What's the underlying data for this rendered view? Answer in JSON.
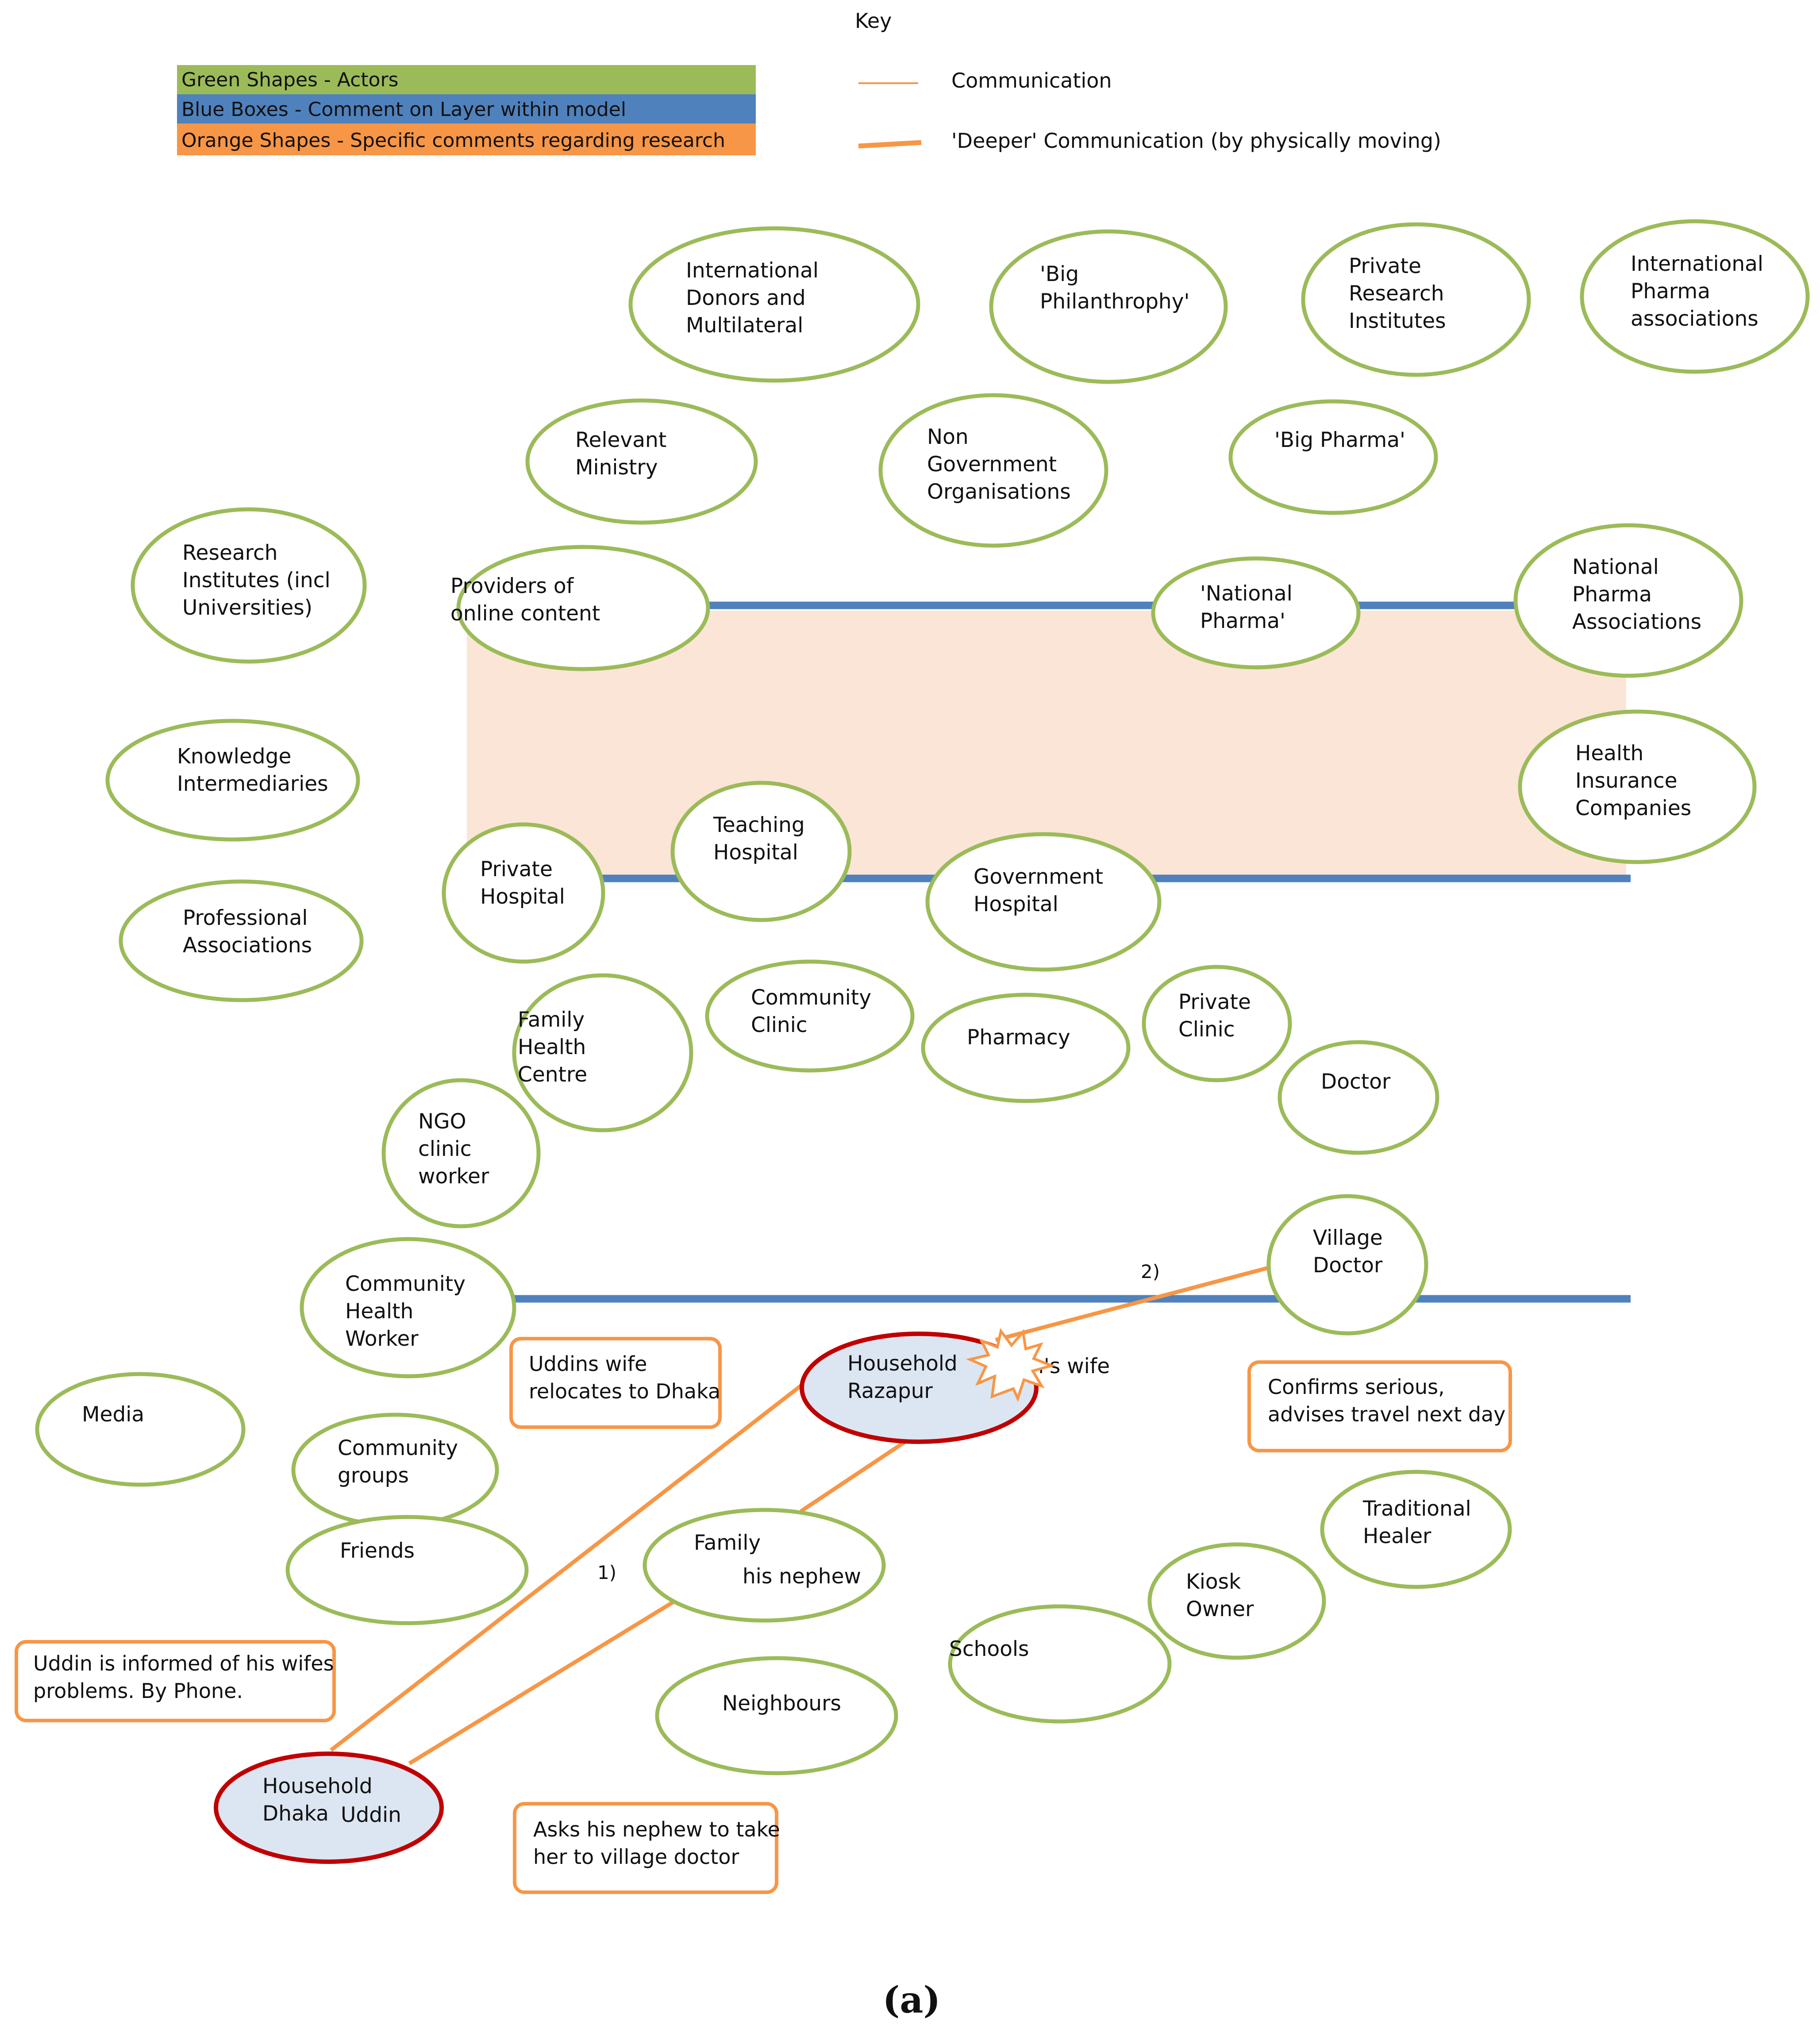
{
  "legend": {
    "items": [
      {
        "label": "Green Shapes - Actors",
        "color": "#9bbb59"
      },
      {
        "label": "Blue Boxes - Comment on Layer within model",
        "color": "#4f81bd"
      },
      {
        "label": "Orange Shapes - Specific comments regarding research",
        "color": "#f79646"
      }
    ]
  },
  "key": {
    "title": "Key",
    "items": [
      {
        "label": "Communication",
        "style": "thin"
      },
      {
        "label": "'Deeper' Communication (by physically moving)",
        "style": "thick"
      }
    ]
  },
  "colors": {
    "actor_stroke": "#9bbb59",
    "layer_line": "#4f81bd",
    "layer_band": "#fbe5d6",
    "comm_line": "#f79646",
    "household_stroke": "#c00000",
    "household_fill": "#dce6f2",
    "note_stroke": "#f79646"
  },
  "actors": [
    {
      "id": "international-donors",
      "lines": [
        "International",
        "Donors and",
        "Multilateral"
      ]
    },
    {
      "id": "big-philanthrophy",
      "lines": [
        "'Big",
        "Philanthrophy'"
      ]
    },
    {
      "id": "private-research-institutes",
      "lines": [
        "Private",
        "Research",
        "Institutes"
      ]
    },
    {
      "id": "international-pharma-associations",
      "lines": [
        "International",
        "Pharma",
        "associations"
      ]
    },
    {
      "id": "relevant-ministry",
      "lines": [
        "Relevant",
        "Ministry"
      ]
    },
    {
      "id": "non-government-organisations",
      "lines": [
        "Non",
        "Government",
        "Organisations"
      ]
    },
    {
      "id": "big-pharma",
      "lines": [
        "'Big Pharma'"
      ]
    },
    {
      "id": "research-institutes",
      "lines": [
        "Research",
        "Institutes (incl",
        "Universities)"
      ]
    },
    {
      "id": "providers-online-content",
      "lines": [
        "Providers of",
        "online content"
      ]
    },
    {
      "id": "national-pharma",
      "lines": [
        "'National",
        "Pharma'"
      ]
    },
    {
      "id": "national-pharma-associations",
      "lines": [
        "National",
        "Pharma",
        "Associations"
      ]
    },
    {
      "id": "knowledge-intermediaries",
      "lines": [
        "Knowledge",
        "Intermediaries"
      ]
    },
    {
      "id": "health-insurance-companies",
      "lines": [
        "Health",
        "Insurance",
        "Companies"
      ]
    },
    {
      "id": "teaching-hospital",
      "lines": [
        "Teaching",
        "Hospital"
      ]
    },
    {
      "id": "private-hospital",
      "lines": [
        "Private",
        "Hospital"
      ]
    },
    {
      "id": "government-hospital",
      "lines": [
        "Government",
        "Hospital"
      ]
    },
    {
      "id": "professional-associations",
      "lines": [
        "Professional",
        "Associations"
      ]
    },
    {
      "id": "family-health-centre",
      "lines": [
        "Family",
        "Health",
        "Centre"
      ]
    },
    {
      "id": "community-clinic",
      "lines": [
        "Community",
        "Clinic"
      ]
    },
    {
      "id": "pharmacy",
      "lines": [
        "Pharmacy"
      ]
    },
    {
      "id": "private-clinic",
      "lines": [
        "Private",
        "Clinic"
      ]
    },
    {
      "id": "doctor",
      "lines": [
        "Doctor"
      ]
    },
    {
      "id": "ngo-clinic-worker",
      "lines": [
        "NGO",
        "clinic",
        "worker"
      ]
    },
    {
      "id": "village-doctor",
      "lines": [
        "Village",
        "Doctor"
      ]
    },
    {
      "id": "community-health-worker",
      "lines": [
        "Community",
        "Health",
        "Worker"
      ]
    },
    {
      "id": "media",
      "lines": [
        "Media"
      ]
    },
    {
      "id": "community-groups",
      "lines": [
        "Community",
        "groups"
      ]
    },
    {
      "id": "friends",
      "lines": [
        "Friends"
      ]
    },
    {
      "id": "family",
      "lines": [
        "Family"
      ],
      "sub": "his nephew"
    },
    {
      "id": "traditional-healer",
      "lines": [
        "Traditional",
        "Healer"
      ]
    },
    {
      "id": "kiosk-owner",
      "lines": [
        "Kiosk",
        "Owner"
      ]
    },
    {
      "id": "schools",
      "lines": [
        "Schools"
      ]
    },
    {
      "id": "neighbours",
      "lines": [
        "Neighbours"
      ]
    }
  ],
  "households": [
    {
      "id": "household-razapur",
      "lines": [
        "Household",
        "Razapur"
      ],
      "person": "Uddin's wife"
    },
    {
      "id": "household-dhaka",
      "lines": [
        "Household",
        "Dhaka"
      ],
      "person": "Uddin"
    }
  ],
  "notes": [
    {
      "id": "note-wife-relocates",
      "lines": [
        "Uddins wife",
        "relocates to Dhaka"
      ]
    },
    {
      "id": "note-confirms-serious",
      "lines": [
        "Confirms serious,",
        "advises travel next day"
      ]
    },
    {
      "id": "note-uddin-informed",
      "lines": [
        "Uddin is informed of his wifes",
        "problems.  By Phone."
      ]
    },
    {
      "id": "note-asks-nephew",
      "lines": [
        "Asks his nephew to take",
        "her to village doctor"
      ]
    }
  ],
  "markers": [
    {
      "id": "marker-1",
      "label": "1)"
    },
    {
      "id": "marker-2",
      "label": "2)"
    }
  ],
  "caption": "(a)"
}
